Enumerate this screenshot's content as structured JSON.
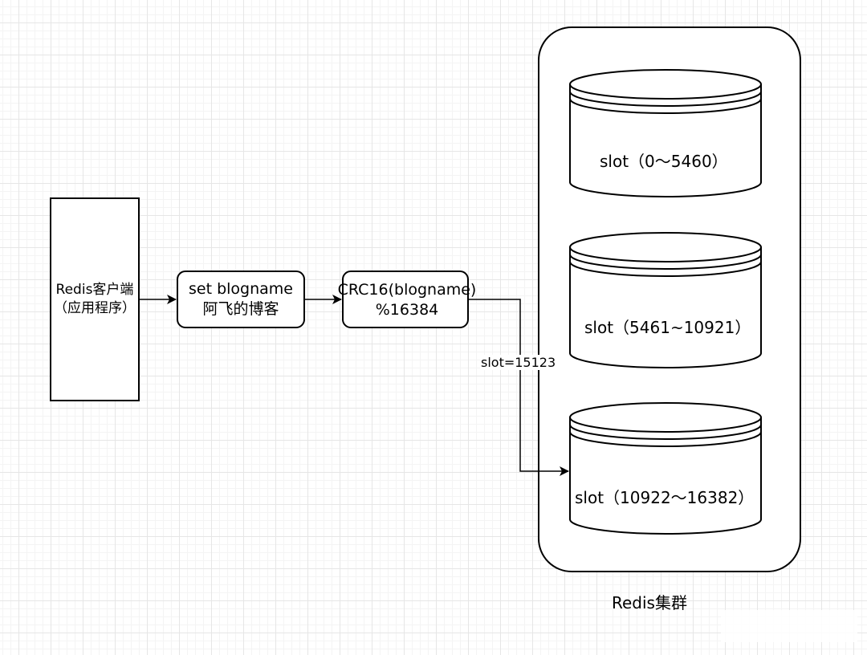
{
  "client": {
    "line1": "Redis客户端",
    "line2": "（应用程序）"
  },
  "command": {
    "line1": "set blogname",
    "line2": "阿飞的博客"
  },
  "hash": {
    "line1": "CRC16(blogname)",
    "line2": "%16384"
  },
  "edge_label": "slot=15123",
  "cluster": {
    "label": "Redis集群",
    "slots": [
      {
        "label": "slot（0～5460）"
      },
      {
        "label": "slot（5461~10921）"
      },
      {
        "label": "slot（10922～16382）"
      }
    ]
  }
}
